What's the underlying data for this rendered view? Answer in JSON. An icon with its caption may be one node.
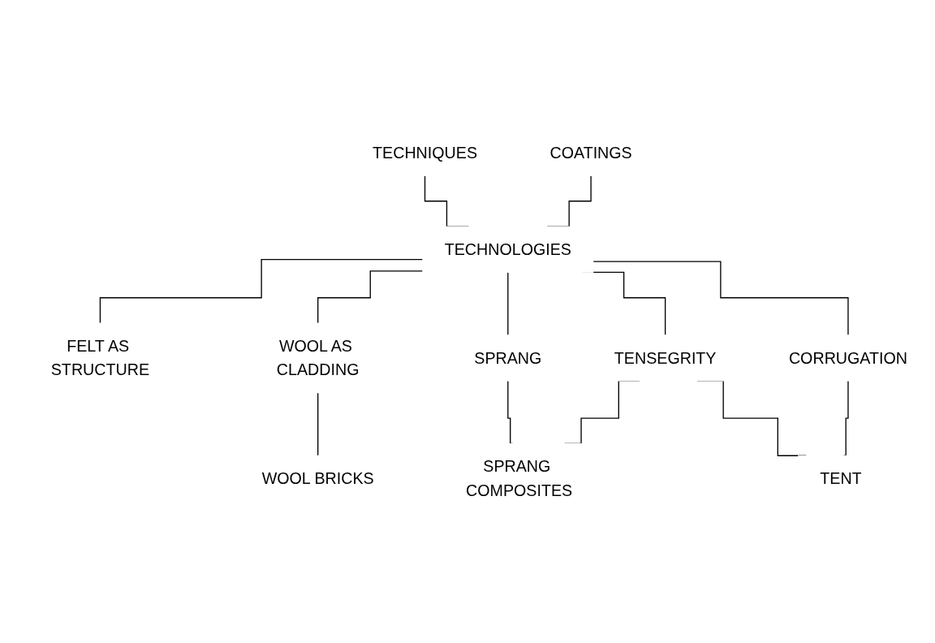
{
  "diagram": {
    "nodes": [
      {
        "text": [
          "TECHNIQUES"
        ]
      },
      {
        "text": [
          "COATINGS"
        ]
      },
      {
        "text": [
          "TECHNOLOGIES"
        ]
      },
      {
        "text": [
          "FELT AS STRUCTURE"
        ]
      },
      {
        "text": [
          "WOOL AS CLADDING"
        ]
      },
      {
        "text": [
          "SPRANG"
        ]
      },
      {
        "text": [
          "TENSEGRITY"
        ]
      },
      {
        "text": [
          "CORRUGATION"
        ]
      },
      {
        "text": [
          "WOOL BRICKS"
        ]
      },
      {
        "text": [
          "SPRANG COMPOSITES"
        ]
      },
      {
        "text": [
          "TENT"
        ]
      }
    ],
    "edges": [
      {
        "from": 0,
        "to": 2,
        "arrow": "none"
      },
      {
        "from": 1,
        "to": 2,
        "arrow": "none"
      },
      {
        "from": 2,
        "to": 3,
        "arrow": "none"
      },
      {
        "from": 2,
        "to": 4,
        "arrow": "none"
      },
      {
        "from": 2,
        "to": 5,
        "arrow": "none"
      },
      {
        "from": 2,
        "to": 6,
        "arrow": "none"
      },
      {
        "from": 2,
        "to": 7,
        "arrow": "none"
      },
      {
        "from": 4,
        "to": 8,
        "arrow": "none"
      },
      {
        "from": 5,
        "to": 9,
        "arrow": "none"
      },
      {
        "from": 6,
        "to": 9,
        "arrow": "none"
      },
      {
        "from": 6,
        "to": 10,
        "arrow": "none"
      },
      {
        "from": 7,
        "to": 10,
        "arrow": "none"
      }
    ]
  }
}
